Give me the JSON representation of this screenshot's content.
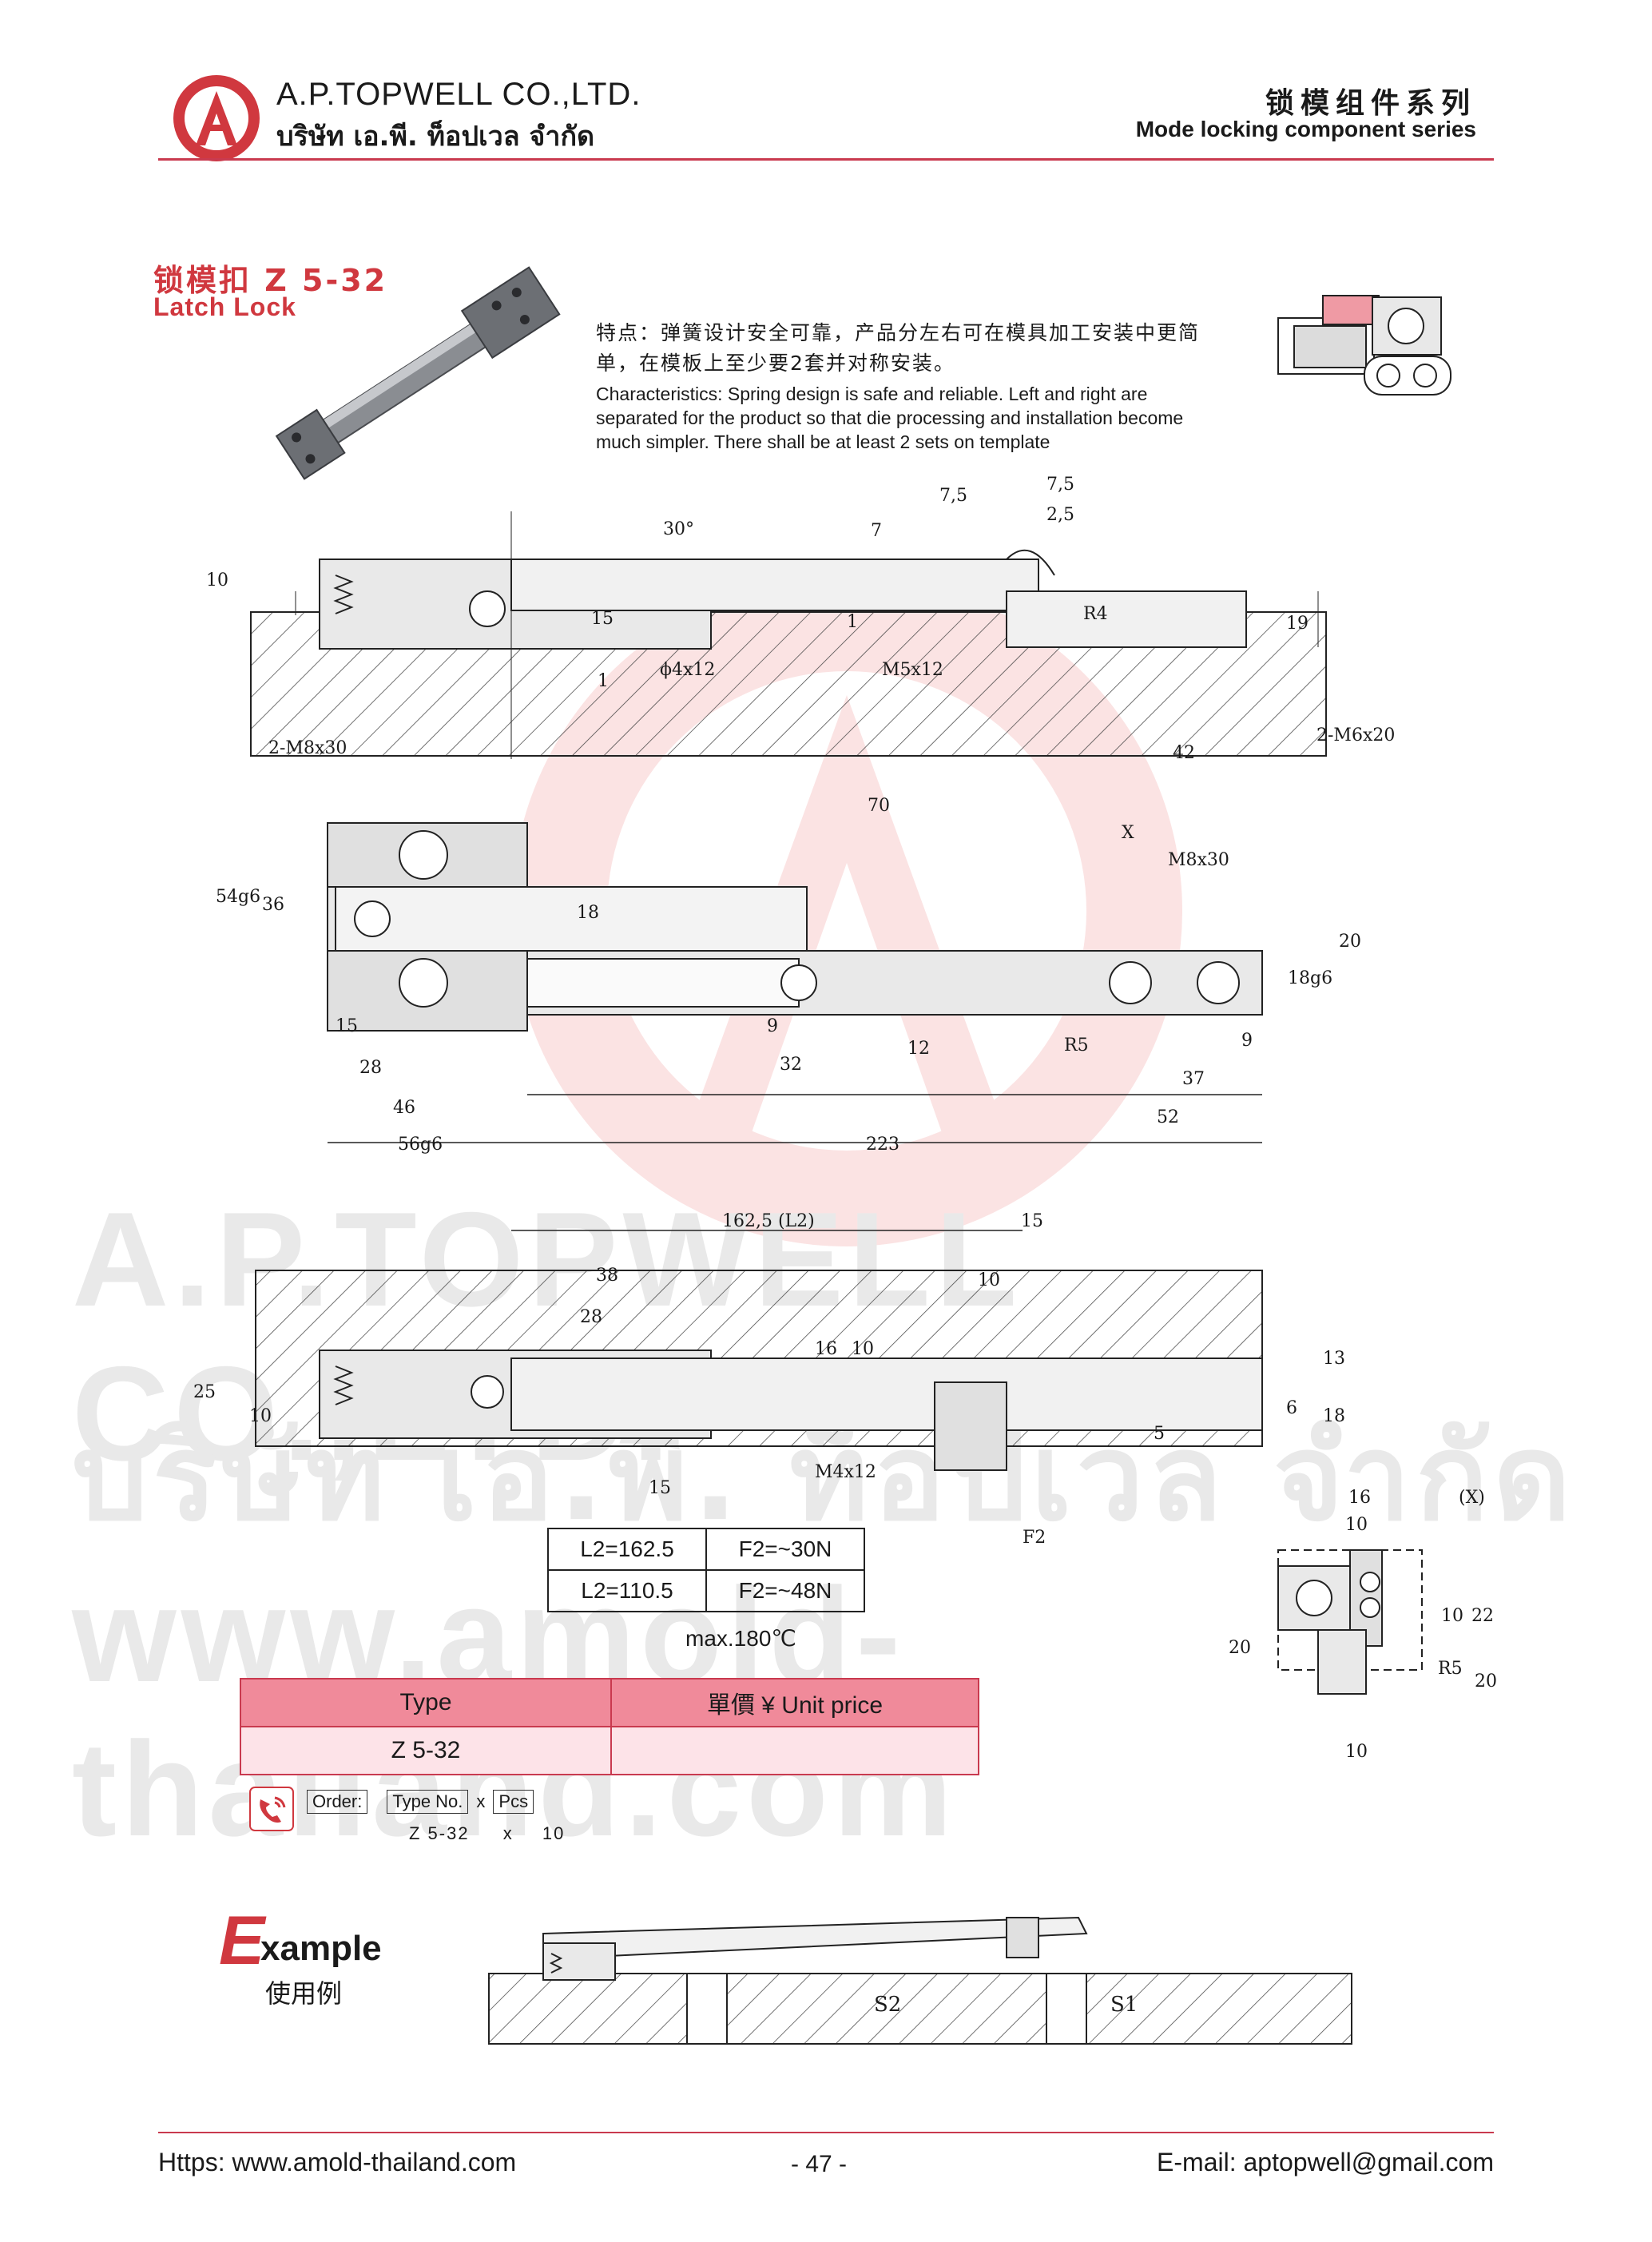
{
  "header": {
    "logo_letter": "A",
    "company_en": "A.P.TOPWELL CO.,LTD.",
    "company_th": "บริษัท เอ.พี. ท็อปเวล จำกัด",
    "series_cn": "锁模组件系列",
    "series_en": "Mode locking component series"
  },
  "product": {
    "title_cn": "锁模扣 Z 5-32",
    "title_en": "Latch Lock",
    "features_cn": "特点：弹簧设计安全可靠，产品分左右可在模具加工安装中更简单，在模板上至少要2套并对称安装。",
    "features_en": "Characteristics: Spring design is safe and reliable. Left and right are separated for the product so that die processing and installation become much simpler. There shall be at least 2 sets on template"
  },
  "drawing_labels": {
    "top": [
      "10",
      "30°",
      "7,5",
      "7",
      "7,5",
      "2,5",
      "15",
      "1",
      "R4",
      "19",
      "1",
      "ϕ4x12",
      "M5x12",
      "2-M8x30",
      "42",
      "2-M6x20"
    ],
    "plan": [
      "70",
      "X",
      "M8x30",
      "54g6",
      "36",
      "18",
      "20",
      "18g6",
      "15",
      "9",
      "32",
      "12",
      "R5",
      "9",
      "28",
      "37",
      "46",
      "52",
      "56g6",
      "223"
    ],
    "side": [
      "162,5 (L2)",
      "15",
      "38",
      "10",
      "28",
      "16",
      "10",
      "13",
      "25",
      "10",
      "6",
      "18",
      "5",
      "15",
      "M4x12",
      "F2"
    ],
    "detail": [
      "16",
      "(X)",
      "10",
      "10",
      "22",
      "20",
      "R5",
      "20",
      "10"
    ],
    "example": [
      "S2",
      "S1"
    ]
  },
  "spec_table": {
    "rows": [
      {
        "l2": "L2=162.5",
        "f2": "F2=~30N"
      },
      {
        "l2": "L2=110.5",
        "f2": "F2=~48N"
      }
    ],
    "max_temp": "max.180℃"
  },
  "price_table": {
    "head_type": "Type",
    "head_price": "單價 ¥ Unit price",
    "row_type": "Z 5-32",
    "row_price": ""
  },
  "order": {
    "label": "Order:",
    "type_no": "Type No.",
    "x": "x",
    "pcs": "Pcs",
    "example_type": "Z 5-32",
    "example_x": "x",
    "example_qty": "10"
  },
  "example": {
    "e": "E",
    "rest": "xample",
    "cn": "使用例"
  },
  "watermark": {
    "line1": "A.P.TOPWELL CO.,LTD.",
    "line2": "บริษัท เอ.พี. ท็อปเวล จำกัด",
    "line3": "www.amold-thailand.com"
  },
  "footer": {
    "website": "Https: www.amold-thailand.com",
    "page": "- 47 -",
    "email": "E-mail: aptopwell@gmail.com"
  },
  "colors": {
    "accent": "#d0383f",
    "rule": "#c93a4f",
    "table_head": "#f08a9a",
    "table_row": "#fde3e8"
  }
}
